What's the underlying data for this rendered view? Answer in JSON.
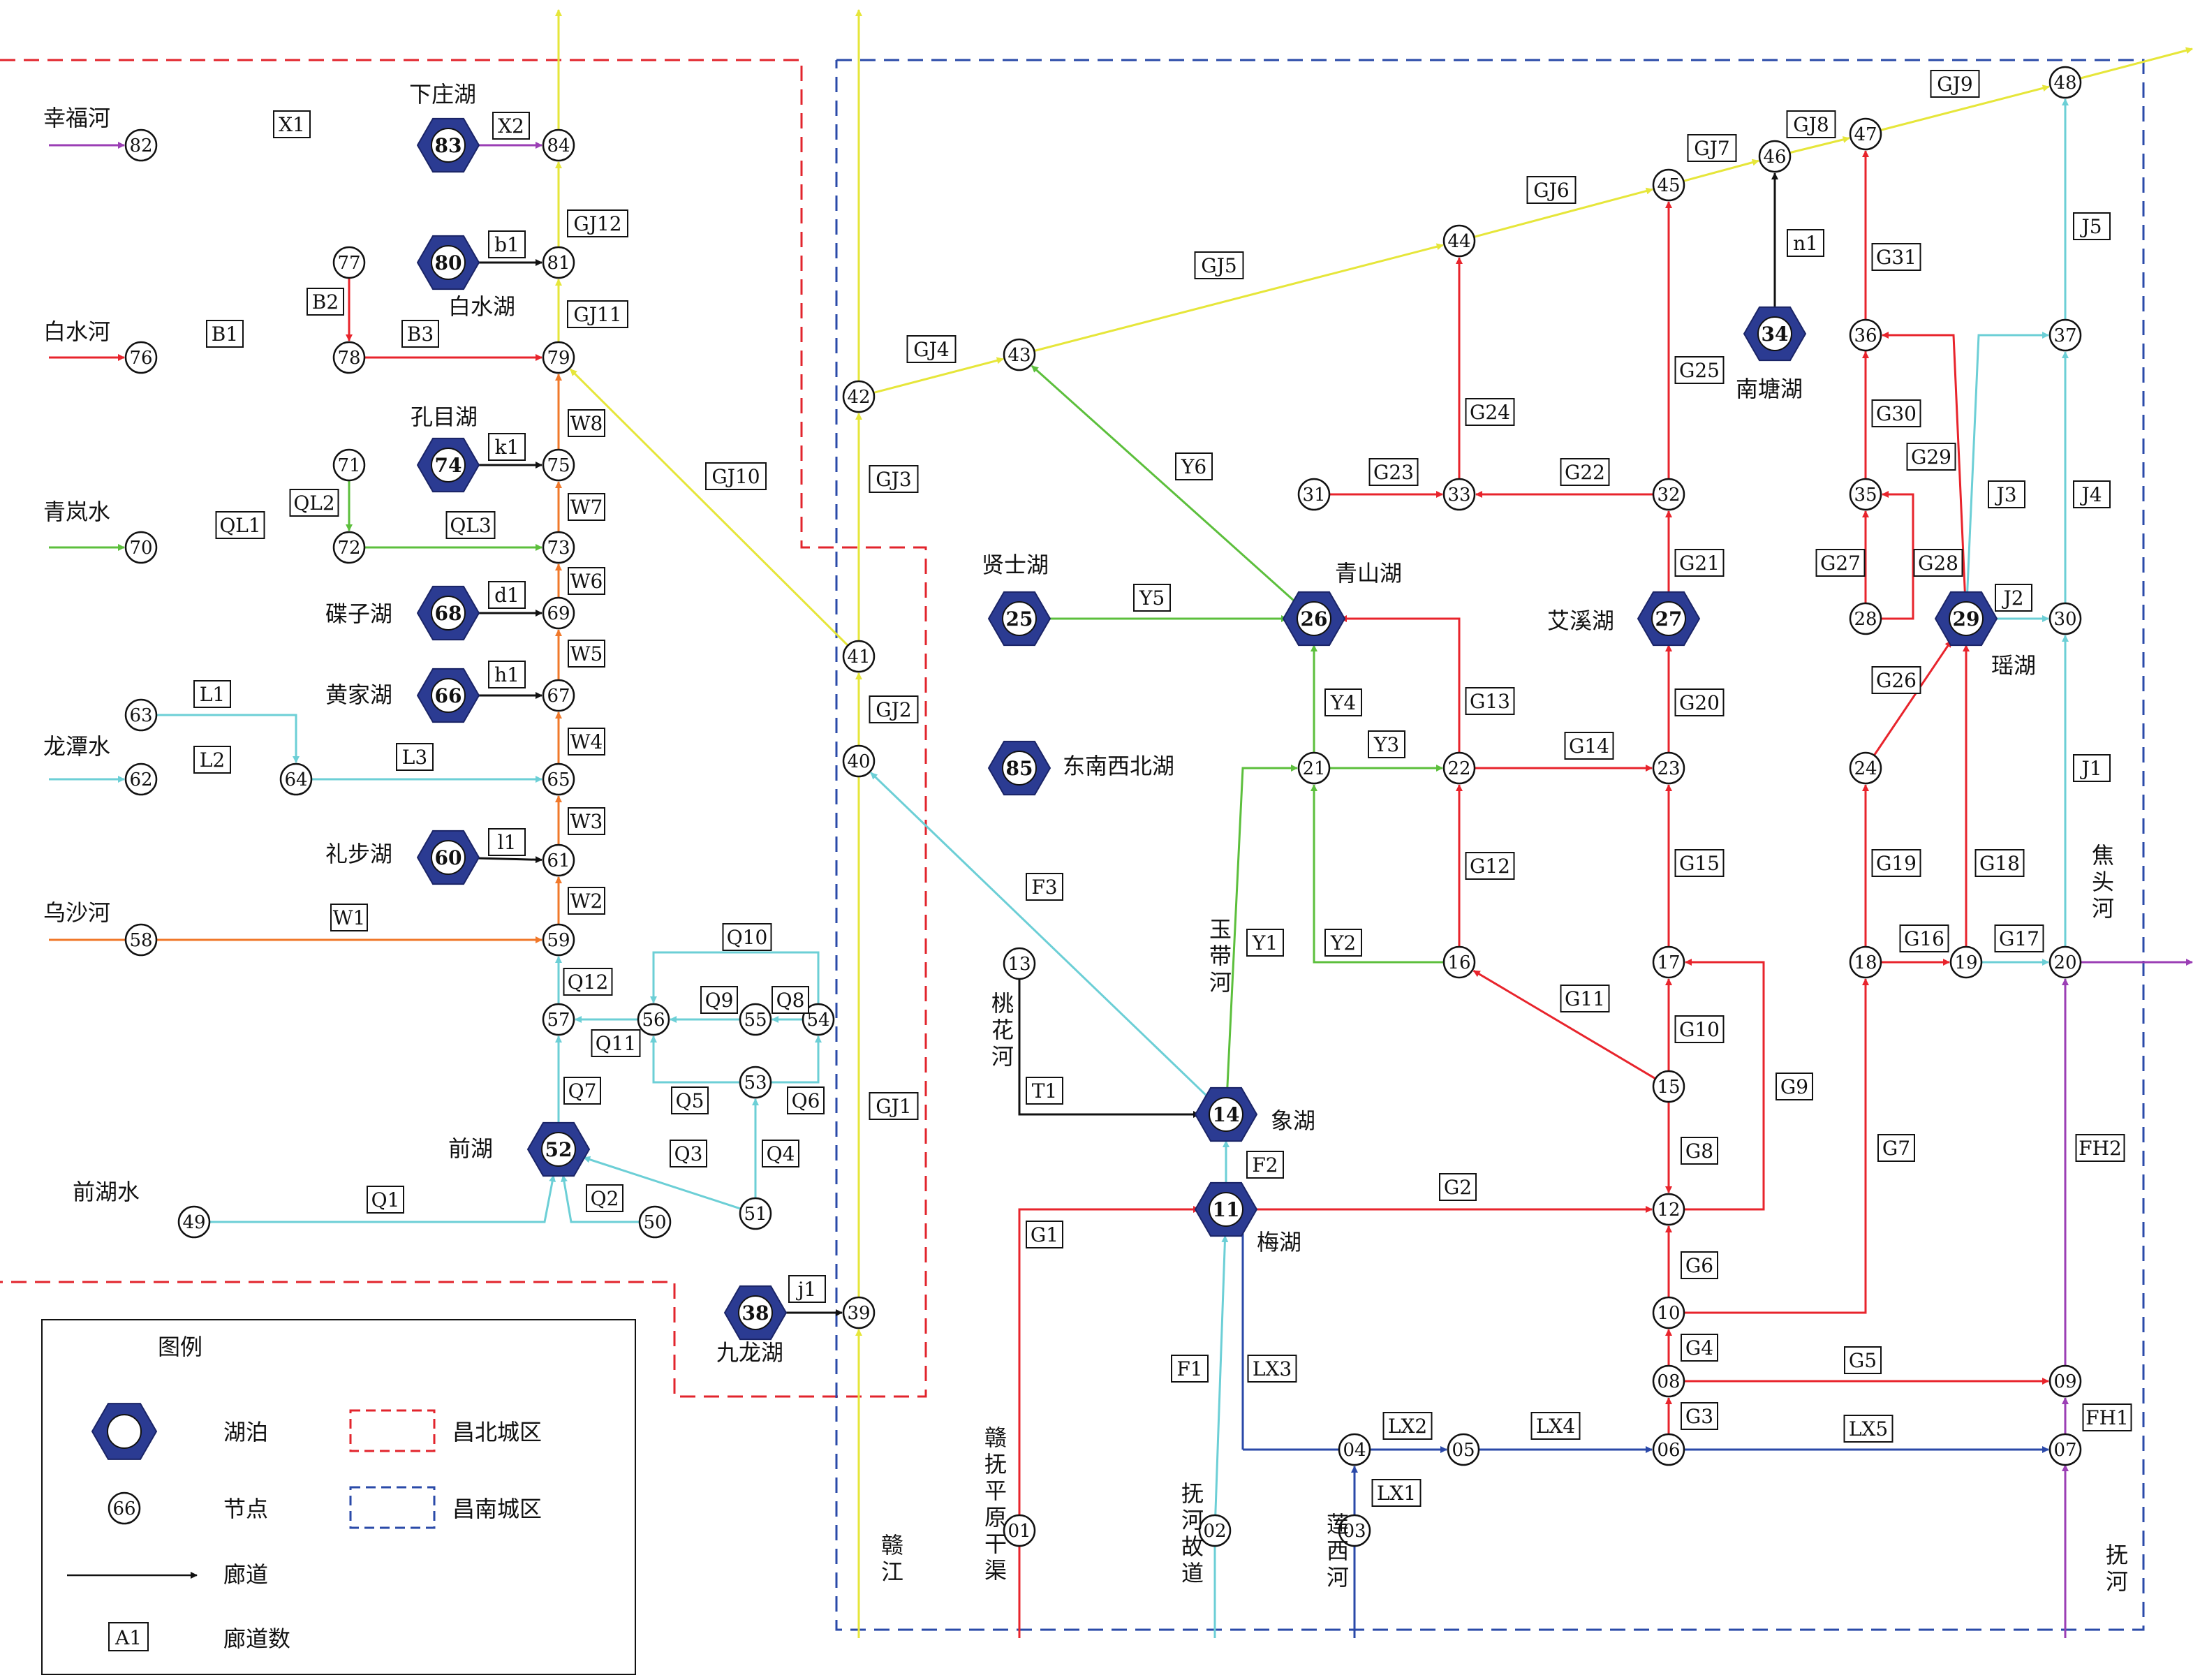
{
  "colors": {
    "red": "#e8242c",
    "orange": "#f0782a",
    "yellow": "#e6e63a",
    "green": "#5cbf3c",
    "cyan": "#6ccfd6",
    "purple": "#9b3fb5",
    "blue": "#2a48a8",
    "black": "#111111",
    "lake": "#2b3b92",
    "north_zone": "#e2242c",
    "south_zone": "#2a4aa8"
  },
  "nodes": [
    {
      "id": "01",
      "type": "node"
    },
    {
      "id": "02",
      "type": "node"
    },
    {
      "id": "03",
      "type": "node"
    },
    {
      "id": "04",
      "type": "node"
    },
    {
      "id": "05",
      "type": "node"
    },
    {
      "id": "06",
      "type": "node"
    },
    {
      "id": "07",
      "type": "node"
    },
    {
      "id": "08",
      "type": "node"
    },
    {
      "id": "09",
      "type": "node"
    },
    {
      "id": "10",
      "type": "node"
    },
    {
      "id": "11",
      "type": "lake"
    },
    {
      "id": "12",
      "type": "node"
    },
    {
      "id": "13",
      "type": "node"
    },
    {
      "id": "14",
      "type": "lake"
    },
    {
      "id": "15",
      "type": "node"
    },
    {
      "id": "16",
      "type": "node"
    },
    {
      "id": "17",
      "type": "node"
    },
    {
      "id": "18",
      "type": "node"
    },
    {
      "id": "19",
      "type": "node"
    },
    {
      "id": "20",
      "type": "node"
    },
    {
      "id": "21",
      "type": "node"
    },
    {
      "id": "22",
      "type": "node"
    },
    {
      "id": "23",
      "type": "node"
    },
    {
      "id": "24",
      "type": "node"
    },
    {
      "id": "25",
      "type": "lake"
    },
    {
      "id": "26",
      "type": "lake"
    },
    {
      "id": "27",
      "type": "lake"
    },
    {
      "id": "28",
      "type": "node"
    },
    {
      "id": "29",
      "type": "lake"
    },
    {
      "id": "30",
      "type": "node"
    },
    {
      "id": "31",
      "type": "node"
    },
    {
      "id": "32",
      "type": "node"
    },
    {
      "id": "33",
      "type": "node"
    },
    {
      "id": "34",
      "type": "lake"
    },
    {
      "id": "35",
      "type": "node"
    },
    {
      "id": "36",
      "type": "node"
    },
    {
      "id": "37",
      "type": "node"
    },
    {
      "id": "38",
      "type": "lake"
    },
    {
      "id": "39",
      "type": "node"
    },
    {
      "id": "40",
      "type": "node"
    },
    {
      "id": "41",
      "type": "node"
    },
    {
      "id": "42",
      "type": "node"
    },
    {
      "id": "43",
      "type": "node"
    },
    {
      "id": "44",
      "type": "node"
    },
    {
      "id": "45",
      "type": "node"
    },
    {
      "id": "46",
      "type": "node"
    },
    {
      "id": "47",
      "type": "node"
    },
    {
      "id": "48",
      "type": "node"
    },
    {
      "id": "49",
      "type": "node"
    },
    {
      "id": "50",
      "type": "node"
    },
    {
      "id": "51",
      "type": "node"
    },
    {
      "id": "52",
      "type": "lake"
    },
    {
      "id": "53",
      "type": "node"
    },
    {
      "id": "54",
      "type": "node"
    },
    {
      "id": "55",
      "type": "node"
    },
    {
      "id": "56",
      "type": "node"
    },
    {
      "id": "57",
      "type": "node"
    },
    {
      "id": "58",
      "type": "node"
    },
    {
      "id": "59",
      "type": "node"
    },
    {
      "id": "60",
      "type": "lake"
    },
    {
      "id": "61",
      "type": "node"
    },
    {
      "id": "62",
      "type": "node"
    },
    {
      "id": "63",
      "type": "node"
    },
    {
      "id": "64",
      "type": "node"
    },
    {
      "id": "65",
      "type": "node"
    },
    {
      "id": "66",
      "type": "lake"
    },
    {
      "id": "67",
      "type": "node"
    },
    {
      "id": "68",
      "type": "lake"
    },
    {
      "id": "69",
      "type": "node"
    },
    {
      "id": "70",
      "type": "node"
    },
    {
      "id": "71",
      "type": "node"
    },
    {
      "id": "72",
      "type": "node"
    },
    {
      "id": "73",
      "type": "node"
    },
    {
      "id": "74",
      "type": "lake"
    },
    {
      "id": "75",
      "type": "node"
    },
    {
      "id": "76",
      "type": "node"
    },
    {
      "id": "77",
      "type": "node"
    },
    {
      "id": "78",
      "type": "node"
    },
    {
      "id": "79",
      "type": "node"
    },
    {
      "id": "80",
      "type": "lake"
    },
    {
      "id": "81",
      "type": "node"
    },
    {
      "id": "82",
      "type": "node"
    },
    {
      "id": "83",
      "type": "lake"
    },
    {
      "id": "84",
      "type": "node"
    },
    {
      "id": "85",
      "type": "lake"
    }
  ],
  "edges": [
    {
      "id": "G1",
      "color": "red"
    },
    {
      "id": "G2",
      "color": "red"
    },
    {
      "id": "G3",
      "color": "red"
    },
    {
      "id": "G4",
      "color": "red"
    },
    {
      "id": "G5",
      "color": "red"
    },
    {
      "id": "G6",
      "color": "red"
    },
    {
      "id": "G7",
      "color": "red"
    },
    {
      "id": "G8",
      "color": "red"
    },
    {
      "id": "G9",
      "color": "red"
    },
    {
      "id": "G10",
      "color": "red"
    },
    {
      "id": "G11",
      "color": "red"
    },
    {
      "id": "G12",
      "color": "red"
    },
    {
      "id": "G13",
      "color": "red"
    },
    {
      "id": "G14",
      "color": "red"
    },
    {
      "id": "G15",
      "color": "red"
    },
    {
      "id": "G16",
      "color": "red"
    },
    {
      "id": "G17",
      "color": "cyan"
    },
    {
      "id": "G18",
      "color": "red"
    },
    {
      "id": "G19",
      "color": "red"
    },
    {
      "id": "G20",
      "color": "red"
    },
    {
      "id": "G21",
      "color": "red"
    },
    {
      "id": "G22",
      "color": "red"
    },
    {
      "id": "G23",
      "color": "red"
    },
    {
      "id": "G24",
      "color": "red"
    },
    {
      "id": "G25",
      "color": "red"
    },
    {
      "id": "G26",
      "color": "red"
    },
    {
      "id": "G27",
      "color": "red"
    },
    {
      "id": "G28",
      "color": "red"
    },
    {
      "id": "G29",
      "color": "red"
    },
    {
      "id": "G30",
      "color": "red"
    },
    {
      "id": "G31",
      "color": "red"
    },
    {
      "id": "GJ1",
      "color": "yellow"
    },
    {
      "id": "GJ2",
      "color": "yellow"
    },
    {
      "id": "GJ3",
      "color": "yellow"
    },
    {
      "id": "GJ4",
      "color": "yellow"
    },
    {
      "id": "GJ5",
      "color": "yellow"
    },
    {
      "id": "GJ6",
      "color": "yellow"
    },
    {
      "id": "GJ7",
      "color": "yellow"
    },
    {
      "id": "GJ8",
      "color": "yellow"
    },
    {
      "id": "GJ9",
      "color": "yellow"
    },
    {
      "id": "GJ10",
      "color": "yellow"
    },
    {
      "id": "GJ11",
      "color": "yellow"
    },
    {
      "id": "GJ12",
      "color": "yellow"
    },
    {
      "id": "Y1",
      "color": "green"
    },
    {
      "id": "Y2",
      "color": "green"
    },
    {
      "id": "Y3",
      "color": "green"
    },
    {
      "id": "Y4",
      "color": "green"
    },
    {
      "id": "Y5",
      "color": "green"
    },
    {
      "id": "Y6",
      "color": "green"
    },
    {
      "id": "F1",
      "color": "cyan"
    },
    {
      "id": "F2",
      "color": "cyan"
    },
    {
      "id": "F3",
      "color": "cyan"
    },
    {
      "id": "J1",
      "color": "cyan"
    },
    {
      "id": "J2",
      "color": "cyan"
    },
    {
      "id": "J3",
      "color": "cyan"
    },
    {
      "id": "J4",
      "color": "cyan"
    },
    {
      "id": "J5",
      "color": "cyan"
    },
    {
      "id": "FH1",
      "color": "purple"
    },
    {
      "id": "FH2",
      "color": "purple"
    },
    {
      "id": "LX1",
      "color": "blue"
    },
    {
      "id": "LX2",
      "color": "blue"
    },
    {
      "id": "LX3",
      "color": "blue"
    },
    {
      "id": "LX4",
      "color": "blue"
    },
    {
      "id": "LX5",
      "color": "blue"
    },
    {
      "id": "T1",
      "color": "black"
    },
    {
      "id": "n1",
      "color": "black"
    },
    {
      "id": "Q1",
      "color": "cyan"
    },
    {
      "id": "Q2",
      "color": "cyan"
    },
    {
      "id": "Q3",
      "color": "cyan"
    },
    {
      "id": "Q4",
      "color": "cyan"
    },
    {
      "id": "Q5",
      "color": "cyan"
    },
    {
      "id": "Q6",
      "color": "cyan"
    },
    {
      "id": "Q7",
      "color": "cyan"
    },
    {
      "id": "Q8",
      "color": "cyan"
    },
    {
      "id": "Q9",
      "color": "cyan"
    },
    {
      "id": "Q10",
      "color": "cyan"
    },
    {
      "id": "Q11",
      "color": "cyan"
    },
    {
      "id": "Q12",
      "color": "cyan"
    },
    {
      "id": "W1",
      "color": "orange"
    },
    {
      "id": "W2",
      "color": "orange"
    },
    {
      "id": "W3",
      "color": "orange"
    },
    {
      "id": "W4",
      "color": "orange"
    },
    {
      "id": "W5",
      "color": "orange"
    },
    {
      "id": "W6",
      "color": "orange"
    },
    {
      "id": "W7",
      "color": "orange"
    },
    {
      "id": "W8",
      "color": "orange"
    },
    {
      "id": "L1",
      "color": "cyan"
    },
    {
      "id": "L2",
      "color": "cyan"
    },
    {
      "id": "L3",
      "color": "cyan"
    },
    {
      "id": "QL1",
      "color": "green"
    },
    {
      "id": "QL2",
      "color": "green"
    },
    {
      "id": "QL3",
      "color": "green"
    },
    {
      "id": "B1",
      "color": "red"
    },
    {
      "id": "B2",
      "color": "red"
    },
    {
      "id": "B3",
      "color": "red"
    },
    {
      "id": "X1",
      "color": "purple"
    },
    {
      "id": "X2",
      "color": "purple"
    },
    {
      "id": "b1",
      "color": "black"
    },
    {
      "id": "k1",
      "color": "black"
    },
    {
      "id": "d1",
      "color": "black"
    },
    {
      "id": "h1",
      "color": "black"
    },
    {
      "id": "l1",
      "color": "black"
    },
    {
      "id": "j1",
      "color": "black"
    }
  ],
  "place_names": {
    "xingfuhe": "幸福河",
    "xiazhuanghu": "下庄湖",
    "baishuihe": "白水河",
    "baishuihu": "白水湖",
    "kongmuhu": "孔目湖",
    "qinglanshui": "青岚水",
    "diezihu": "碟子湖",
    "huangjiahu": "黄家湖",
    "longtanshui": "龙潭水",
    "libuhu": "礼步湖",
    "wushahe": "乌沙河",
    "qianhu": "前湖",
    "qianhushui": "前湖水",
    "jiulonghu": "九龙湖",
    "ganjiang": "赣江",
    "xianshihu": "贤士湖",
    "qingshanhu": "青山湖",
    "aixihu": "艾溪湖",
    "nantanghu": "南塘湖",
    "yaohu": "瑶湖",
    "dongnanxibeihu": "东南西北湖",
    "yudaihe": "玉带河",
    "taohuahe": "桃花河",
    "xianghu": "象湖",
    "meihu": "梅湖",
    "jiaotouhe": "焦头河",
    "ganfu": "赣抚平原干渠",
    "fuhegudao": "抚河故道",
    "lianxihe": "莲西河",
    "fuhe": "抚河"
  },
  "legend": {
    "title": "图例",
    "lake": "湖泊",
    "node": "节点",
    "corridor": "廊道",
    "corridor_count": "廊道数",
    "north_zone": "昌北城区",
    "south_zone": "昌南城区",
    "sample_node": "66",
    "sample_box": "A1"
  }
}
